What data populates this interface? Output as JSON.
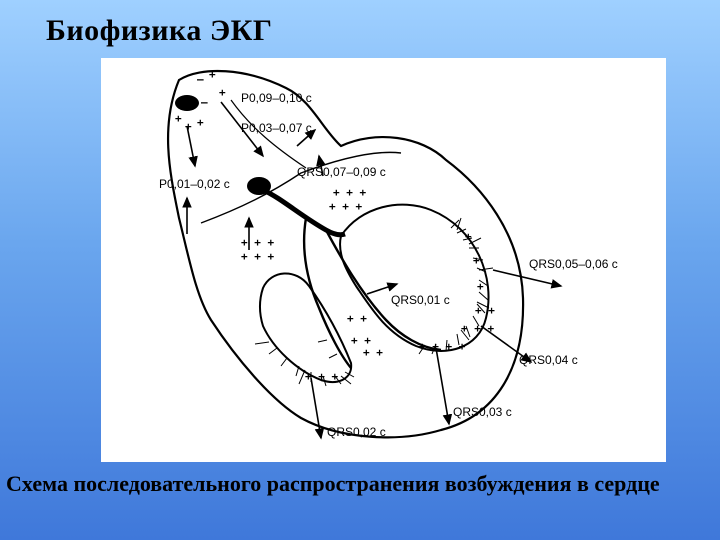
{
  "slide": {
    "title": "Биофизика ЭКГ",
    "caption": "Схема последовательного распространения возбуждения в сердце"
  },
  "diagram": {
    "labels": {
      "p1": "P0,09–0,10 с",
      "p2": "P0,03–0,07 с",
      "p3": "P0,01–0,02 с",
      "qrs1": "QRS0,07–0,09 с",
      "qrs2": "QRS0,05–0,06 с",
      "qrs3": "QRS0,01 с",
      "qrs4": "QRS0,04 с",
      "qrs5": "QRS0,03 с",
      "qrs6": "QRS0,02 с"
    }
  },
  "colors": {
    "bg_top": "#9fd0ff",
    "bg_bottom": "#3f78da"
  }
}
